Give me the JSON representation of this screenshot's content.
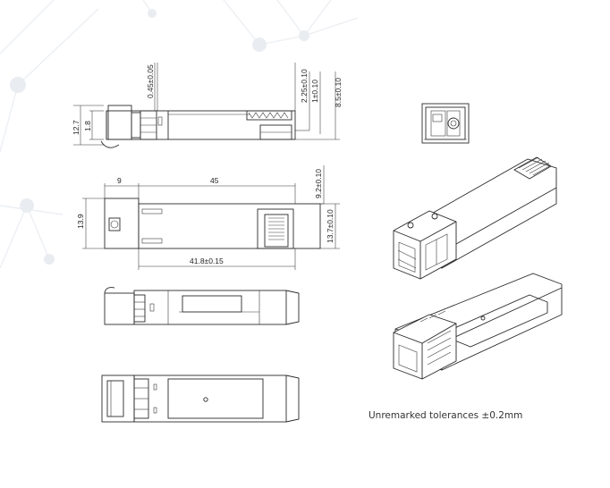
{
  "dimensions": {
    "side_top_gap": "0.45±0.05",
    "side_bottom_a": "2.25±0.10",
    "side_bottom_b": "1±0.10",
    "side_bottom_c": "8.5±0.10",
    "side_height_total": "12.7",
    "side_height_inner": "1.8",
    "top_front": "9",
    "top_length": "45",
    "top_height": "13.9",
    "top_width_inner": "9.2±0.10",
    "top_width_outer": "13.7±0.10",
    "top_body_length": "41.8±0.15"
  },
  "note": "Unremarked tolerances ±0.2mm"
}
